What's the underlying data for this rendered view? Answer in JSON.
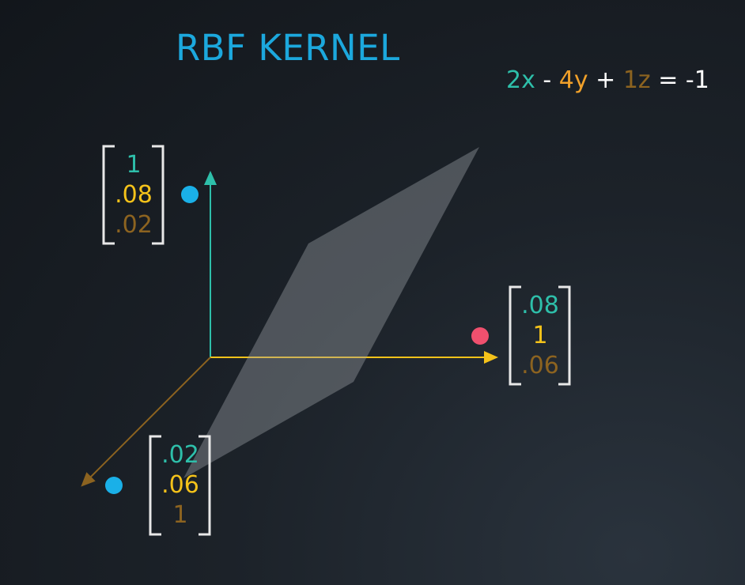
{
  "title": "RBF KERNEL",
  "equation": {
    "x_term": "2x",
    "op1": " - ",
    "y_term": "4y",
    "op2": " + ",
    "z_term": "1z",
    "rhs": " = -1"
  },
  "colors": {
    "title": "#1ca8dd",
    "x_axis": "#2ebfaa",
    "y_axis": "#f4c21a",
    "z_axis": "#8c6320",
    "blue_point": "#1ab0e8",
    "pink_point": "#f0506e",
    "plane": "#9ea3a8",
    "bracket": "#e8e8e8"
  },
  "vectors": {
    "top_left": [
      "1",
      ".08",
      ".02"
    ],
    "right": [
      ".08",
      "1",
      ".06"
    ],
    "bottom": [
      ".02",
      ".06",
      "1"
    ]
  },
  "points": [
    {
      "name": "blue-point-top",
      "class": "blue"
    },
    {
      "name": "pink-point-right",
      "class": "pink"
    },
    {
      "name": "blue-point-bottom",
      "class": "blue"
    }
  ]
}
